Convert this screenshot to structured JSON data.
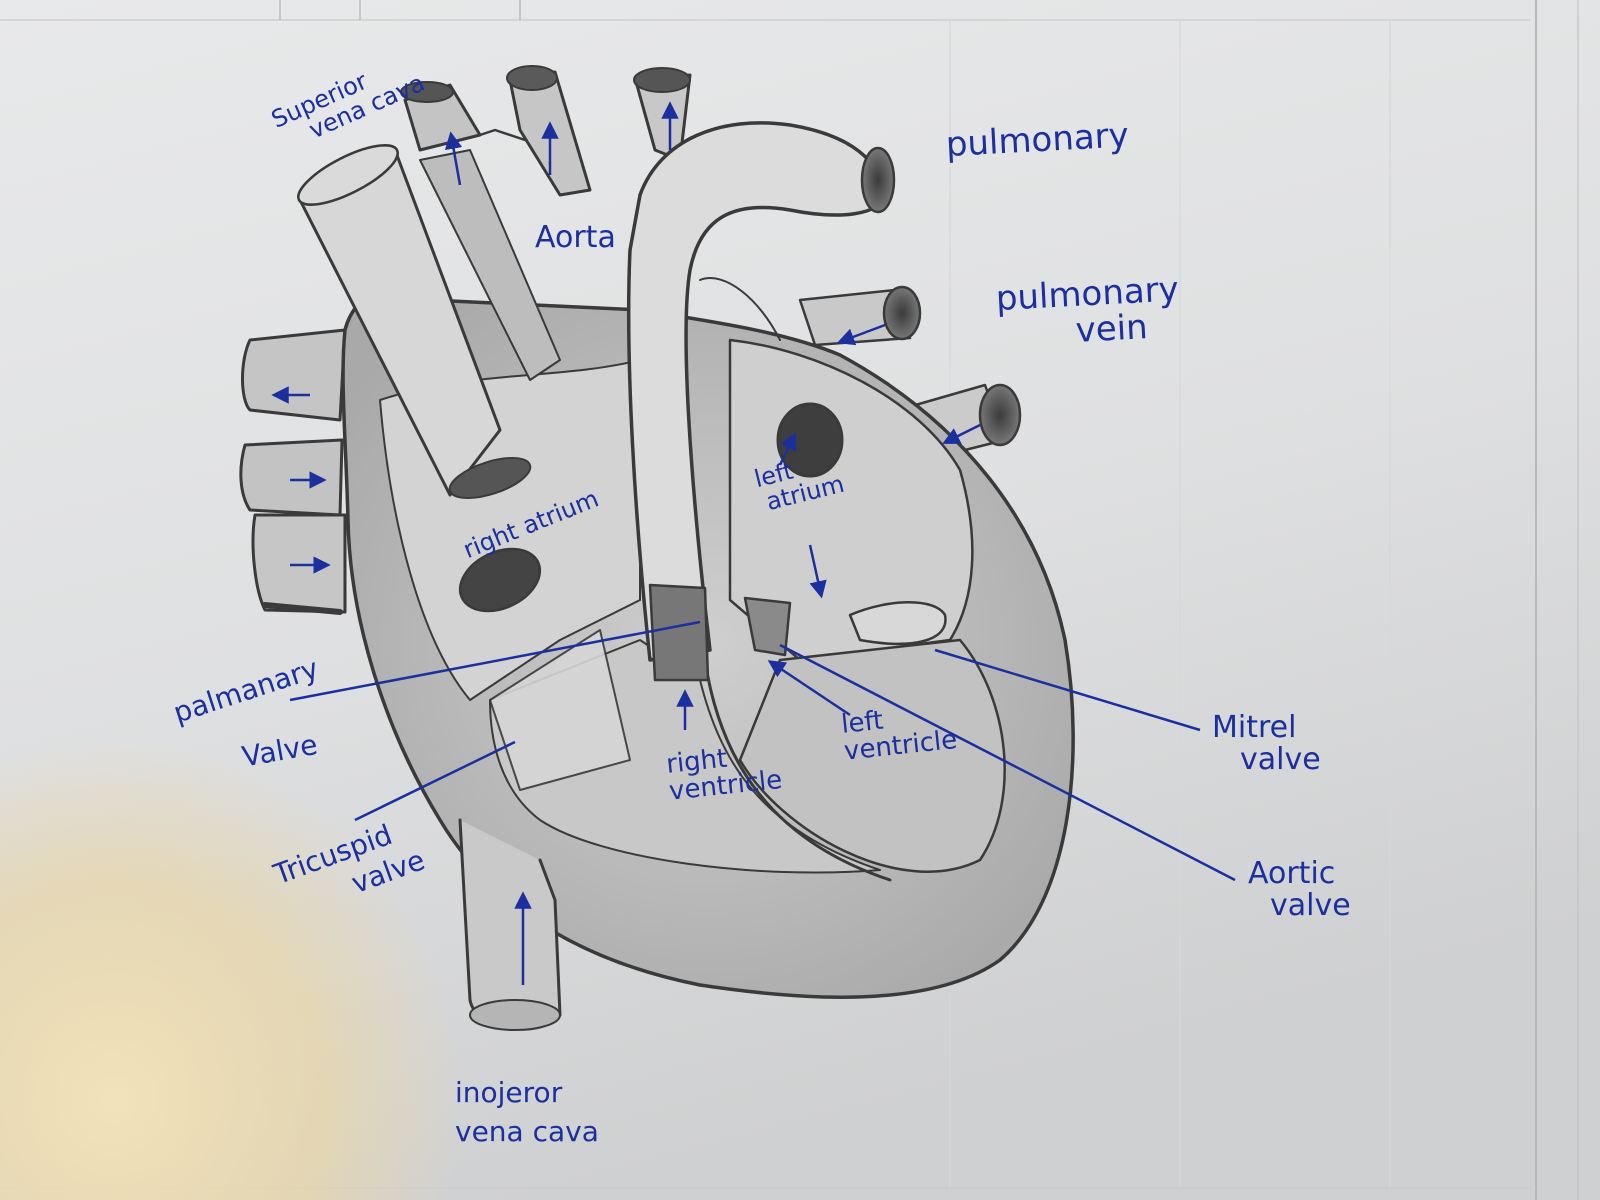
{
  "colors": {
    "ink": "#1b2f9e",
    "pencil": "#3a3a3a",
    "paper": "#e4e5e6",
    "warm_light": "#e9d6a6"
  },
  "labels": {
    "superior_vena_cava": [
      "Superior",
      "vena cava"
    ],
    "aorta": "Aorta",
    "pulmonary_artery": "pulmonary",
    "pulmonary_vein": [
      "pulmonary",
      "vein"
    ],
    "right_atrium": "right atrium",
    "left_atrium": [
      "left",
      "atrium"
    ],
    "pulmonary_valve": [
      "palmanary",
      "Valve"
    ],
    "tricuspid_valve": [
      "Tricuspid",
      "valve"
    ],
    "right_ventricle": [
      "right",
      "ventricle"
    ],
    "left_ventricle": [
      "left",
      "ventricle"
    ],
    "mitral_valve": [
      "Mitrel",
      "valve"
    ],
    "aortic_valve": [
      "Aortic",
      "valve"
    ],
    "inferior_vena_cava": [
      "inojeror",
      "vena cava"
    ]
  }
}
